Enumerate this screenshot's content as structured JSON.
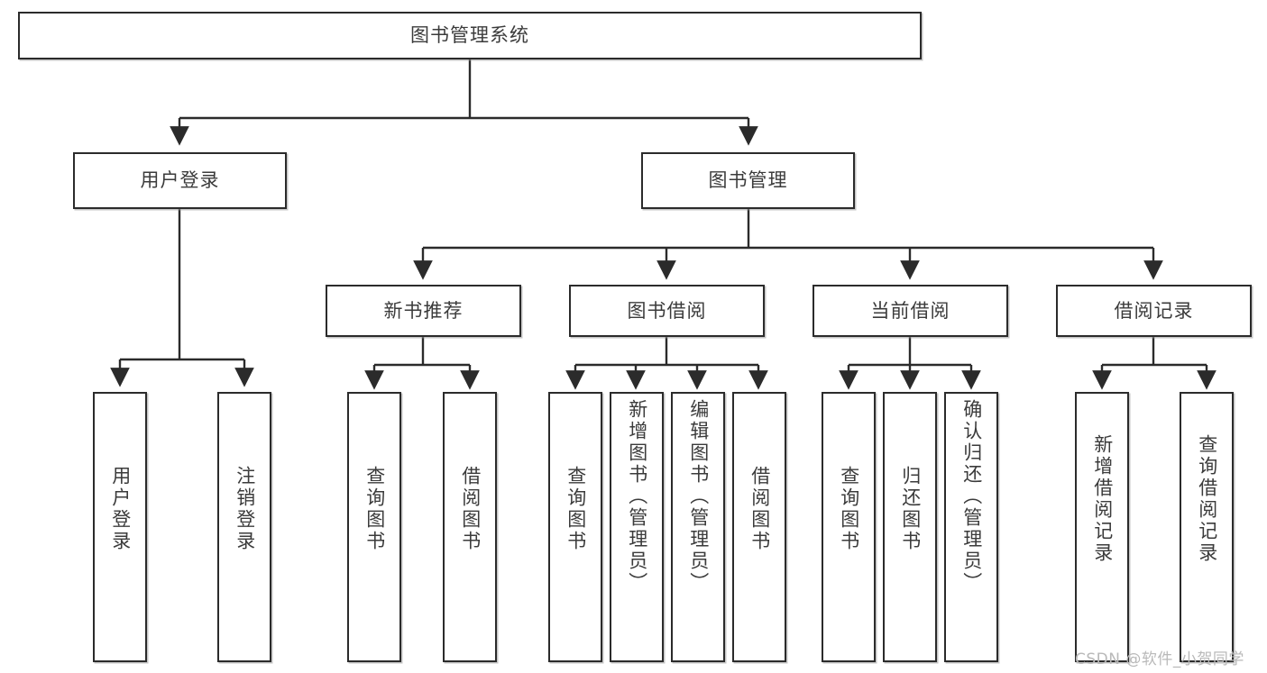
{
  "diagram": {
    "type": "hierarchy-tree",
    "title": "图书管理系统",
    "root": {
      "label": "图书管理系统"
    },
    "level2": [
      {
        "label": "用户登录"
      },
      {
        "label": "图书管理"
      }
    ],
    "level3": [
      {
        "label": "新书推荐"
      },
      {
        "label": "图书借阅"
      },
      {
        "label": "当前借阅"
      },
      {
        "label": "借阅记录"
      }
    ],
    "leaves": [
      {
        "label": "用户登录",
        "parent": "用户登录"
      },
      {
        "label": "注销登录",
        "parent": "用户登录"
      },
      {
        "label": "查询图书",
        "parent": "新书推荐"
      },
      {
        "label": "借阅图书",
        "parent": "新书推荐"
      },
      {
        "label": "查询图书",
        "parent": "图书借阅"
      },
      {
        "label": "新增图书（管理员）",
        "parent": "图书借阅"
      },
      {
        "label": "编辑图书（管理员）",
        "parent": "图书借阅"
      },
      {
        "label": "借阅图书",
        "parent": "图书借阅"
      },
      {
        "label": "查询图书",
        "parent": "当前借阅"
      },
      {
        "label": "归还图书",
        "parent": "当前借阅"
      },
      {
        "label": "确认归还（管理员）",
        "parent": "当前借阅"
      },
      {
        "label": "新增借阅记录",
        "parent": "借阅记录"
      },
      {
        "label": "查询借阅记录",
        "parent": "借阅记录"
      }
    ]
  },
  "watermark": {
    "text": "CSDN @软件_小贺同学"
  },
  "colors": {
    "border": "#2b2b2b",
    "text": "#3b3b3b",
    "background": "#ffffff",
    "watermark": "#b9b9b9"
  }
}
